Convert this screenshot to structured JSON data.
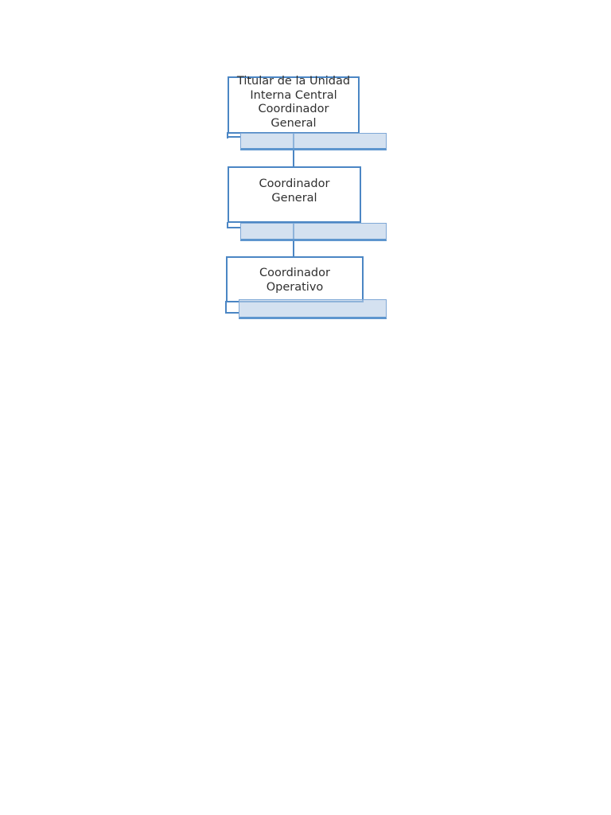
{
  "diagram": {
    "type": "org-chart",
    "nodes": [
      {
        "id": "titular-unidad-interna-central",
        "label": "Titular de la Unidad Interna Central Coordinador General",
        "lines": [
          "Titular de la Unidad",
          "Interna Central",
          "Coordinador",
          "General"
        ]
      },
      {
        "id": "coordinador-general",
        "label": "Coordinador General",
        "lines": [
          "Coordinador",
          "General"
        ]
      },
      {
        "id": "coordinador-operativo",
        "label": "Coordinador Operativo",
        "lines": [
          "Coordinador",
          "Operativo"
        ]
      }
    ],
    "edges": [
      {
        "from": "titular-unidad-interna-central",
        "to": "coordinador-general"
      },
      {
        "from": "coordinador-general",
        "to": "coordinador-operativo"
      }
    ],
    "colors": {
      "box_border": "#4B86C4",
      "box_fill": "#FFFFFF",
      "text": "#303030",
      "connector": "#4B86C4",
      "shade_fill": "#DCE5F1",
      "shade_border": "#7FA8D6",
      "shade_border_bottom": "#5E96CE",
      "page_background": "#FFFFFF"
    }
  }
}
